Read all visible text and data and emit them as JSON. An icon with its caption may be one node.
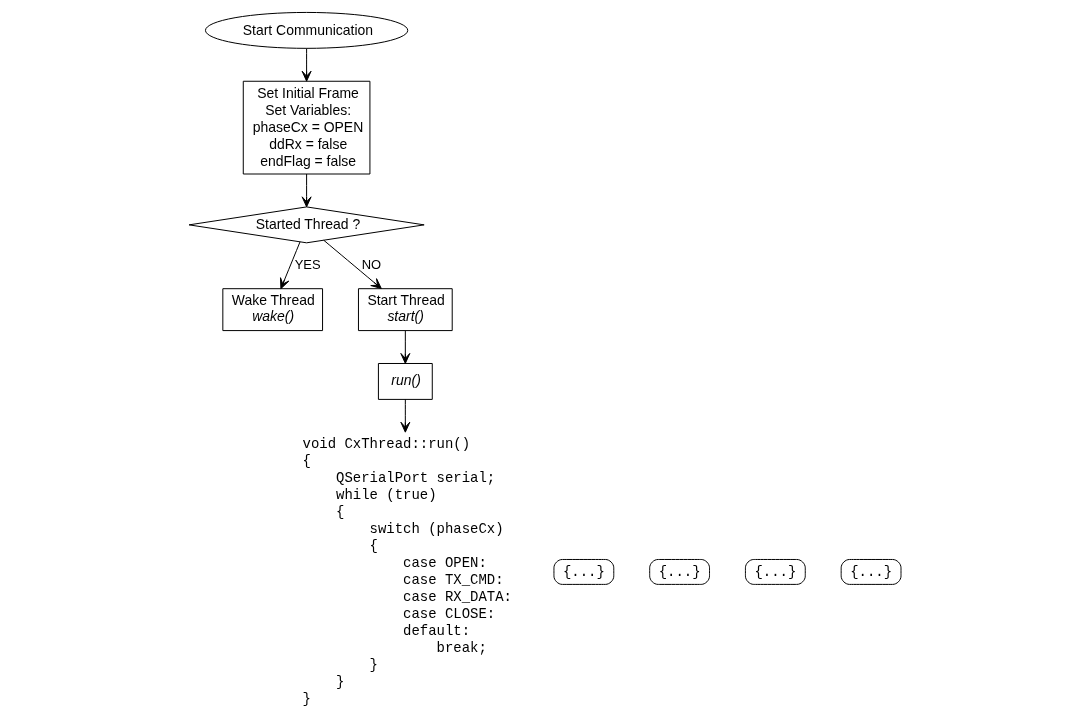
{
  "diagram": {
    "nodes": [
      {
        "text": [
          "Start Communication"
        ]
      },
      {
        "text": [
          "Set Initial Frame",
          "Set Variables:",
          "phaseCx = OPEN",
          "ddRx = false",
          "endFlag = false"
        ]
      },
      {
        "text": [
          "Started Thread ?"
        ]
      },
      {
        "text": [
          "Wake Thread",
          "wake()"
        ]
      },
      {
        "text": [
          "Start Thread",
          "start()"
        ]
      },
      {
        "text": [
          "run()"
        ]
      },
      {
        "text": [
          "void CxThread::run()",
          "{",
          "QSerialPort serial;",
          "while (true)",
          "{",
          "switch (phaseCx)",
          "{",
          "case OPEN:",
          "case TX_CMD:",
          "case RX_DATA:",
          "case CLOSE:",
          "default:",
          "break;",
          "}",
          "}",
          "}"
        ]
      },
      {
        "text": [
          "{...}"
        ]
      },
      {
        "text": [
          "{...}"
        ]
      },
      {
        "text": [
          "{...}"
        ]
      },
      {
        "text": [
          "{...}"
        ]
      }
    ],
    "edges": [
      {
        "from": 0,
        "to": 1,
        "arrow": "to"
      },
      {
        "from": 1,
        "to": 2,
        "arrow": "to"
      },
      {
        "from": 2,
        "to": 3,
        "arrow": "to",
        "label": "YES"
      },
      {
        "from": 2,
        "to": 4,
        "arrow": "to",
        "label": "NO"
      },
      {
        "from": 4,
        "to": 5,
        "arrow": "to"
      },
      {
        "from": 5,
        "to": 6,
        "arrow": "to"
      }
    ]
  }
}
